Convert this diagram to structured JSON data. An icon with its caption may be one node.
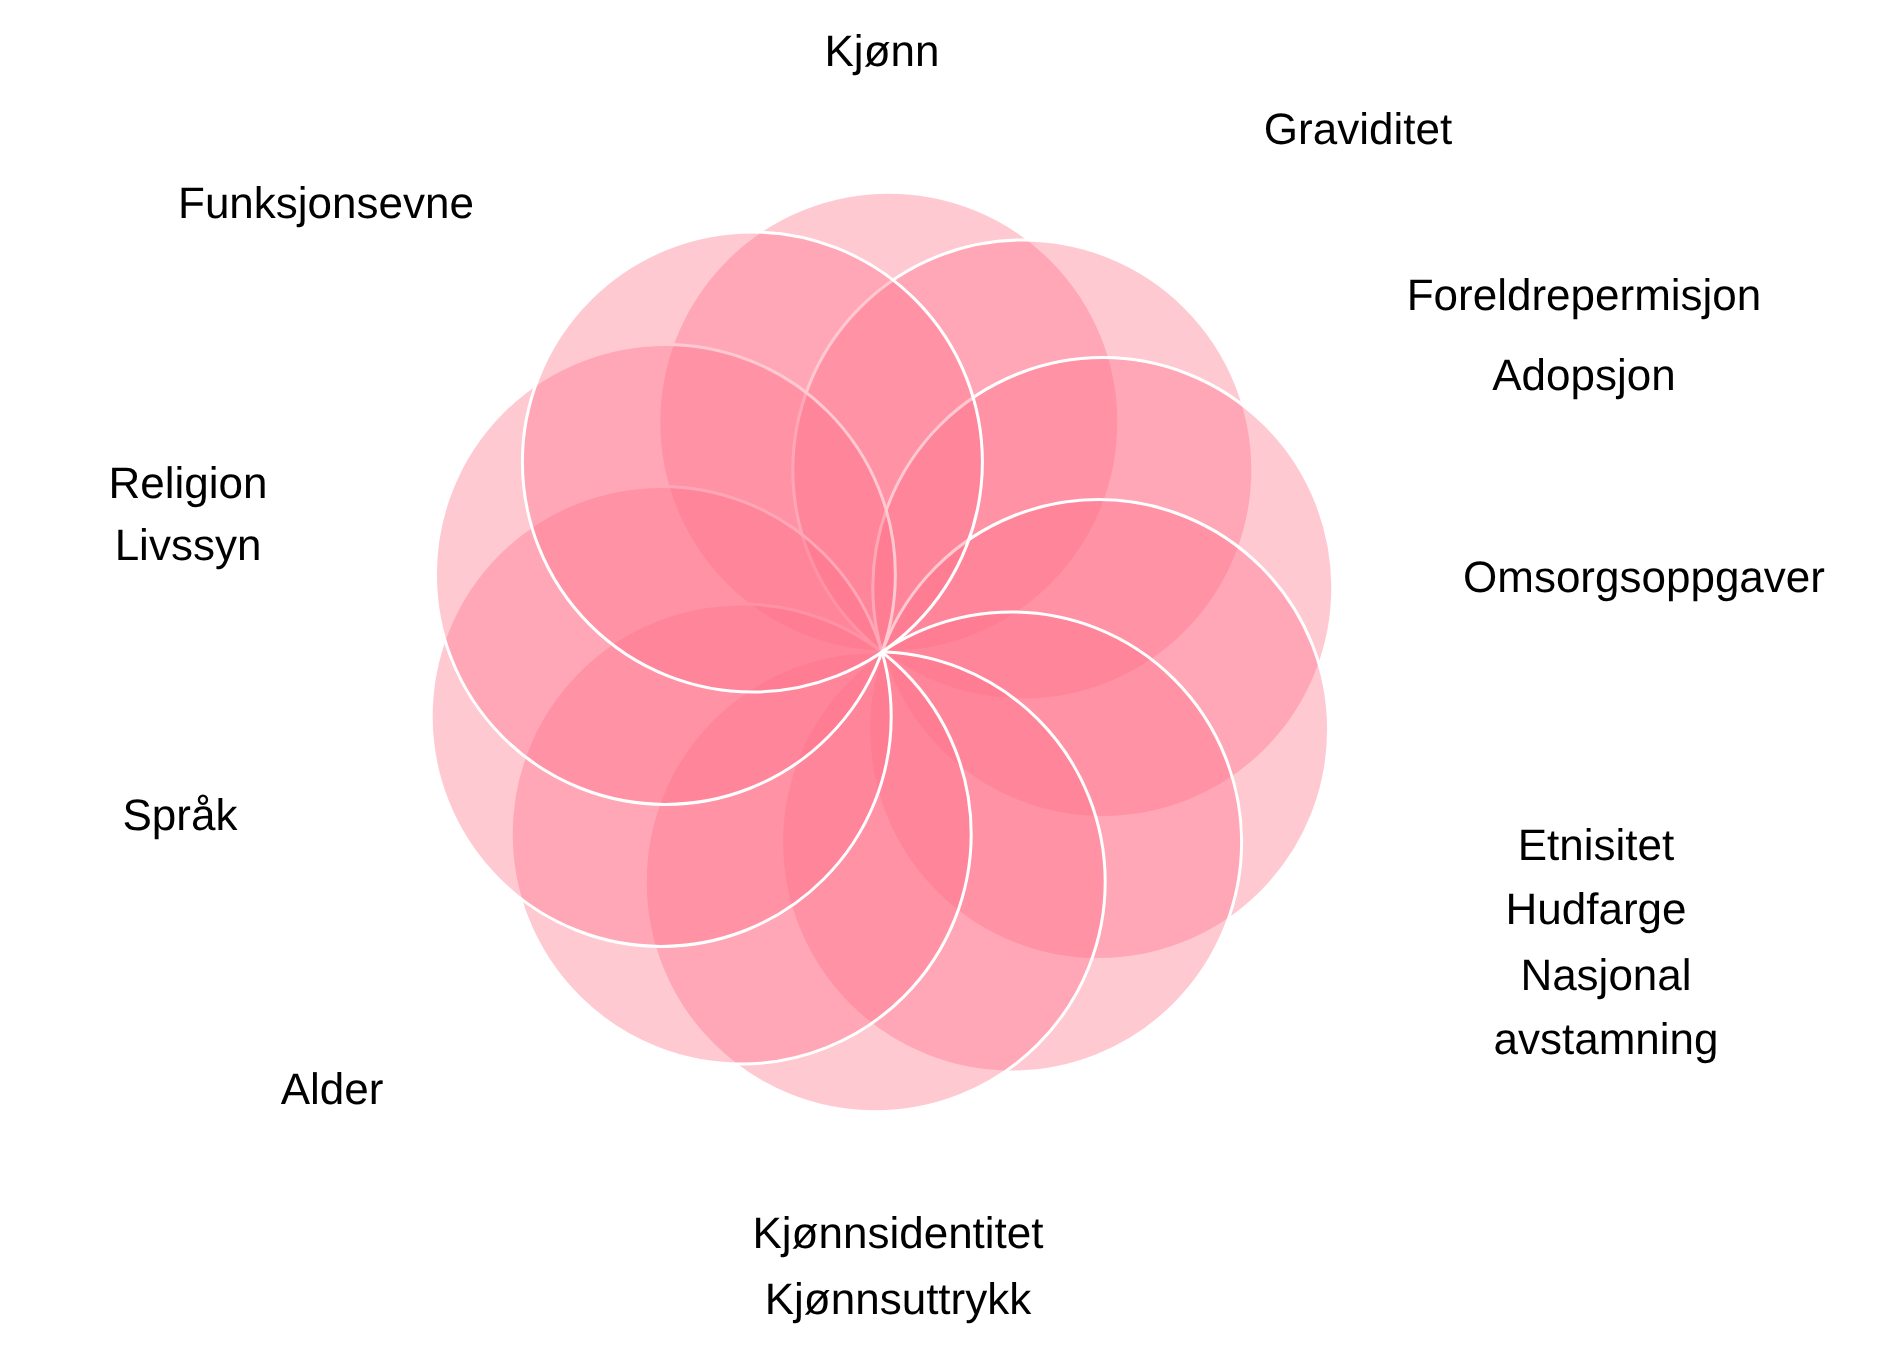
{
  "diagram": {
    "labels": [
      "Kjønn",
      "Graviditet",
      "Funksjonsevne",
      "Foreldrepermisjon",
      "Adopsjon",
      "Religion",
      "Livssyn",
      "Omsorgsoppgaver",
      "Språk",
      "Etnisitet",
      "Hudfarge",
      "Nasjonal avstamning",
      "Alder",
      "Kjønnsidentitet",
      "Kjønnsuttrykk"
    ]
  }
}
